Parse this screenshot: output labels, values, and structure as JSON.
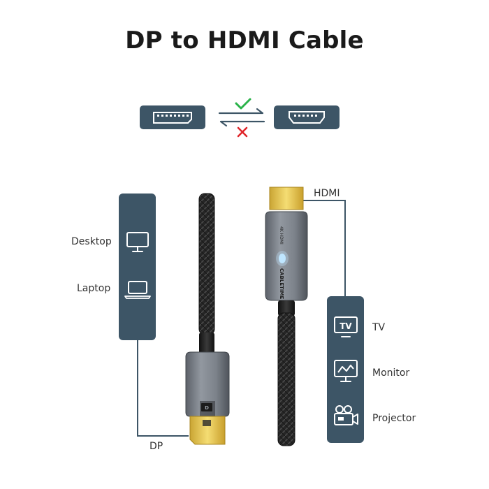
{
  "title": "DP to HDMI Cable",
  "compatibility": {
    "dp_port_icon": "displayport-port-icon",
    "hdmi_port_icon": "hdmi-port-icon",
    "supported_direction": "check-icon",
    "unsupported_direction": "cross-icon",
    "check_color": "#2bb34a",
    "cross_color": "#e0262b"
  },
  "source_devices": {
    "items": [
      {
        "label": "Desktop",
        "icon": "desktop-monitor-icon"
      },
      {
        "label": "Laptop",
        "icon": "laptop-icon"
      }
    ],
    "connector_label": "DP"
  },
  "display_devices": {
    "connector_label": "HDMI",
    "items": [
      {
        "label": "TV",
        "icon": "tv-icon"
      },
      {
        "label": "Monitor",
        "icon": "monitor-chart-icon"
      },
      {
        "label": "Projector",
        "icon": "projector-icon"
      }
    ]
  },
  "cable": {
    "hdmi_housing_text": "CABLETIME",
    "hdmi_housing_badge": "4K HDMI",
    "dp_housing_icon": "dp-logo-icon"
  },
  "colors": {
    "panel": "#3d5566",
    "gold": "#e8c84a",
    "housing": "#7f858d",
    "braid": "#2a2a2a"
  }
}
